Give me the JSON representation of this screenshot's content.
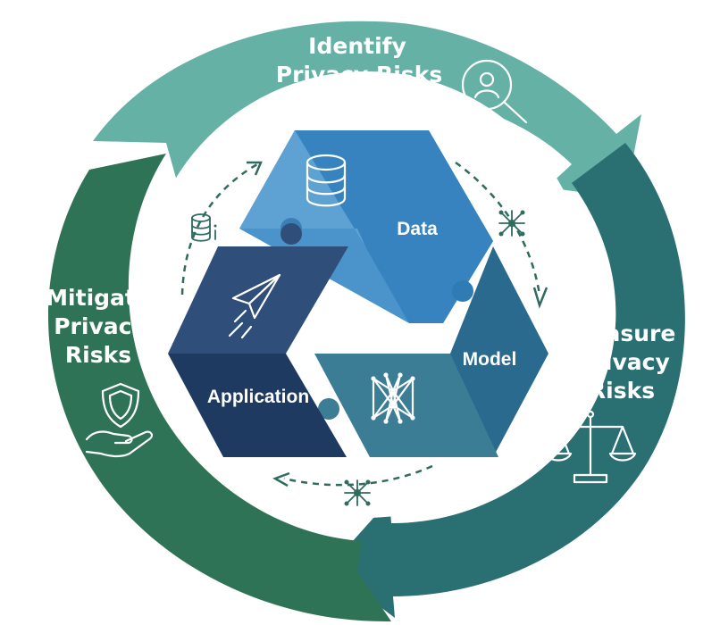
{
  "cycle": {
    "identify": {
      "line1": "Identify",
      "line2": "Privacy Risks",
      "icon": "magnifier-person-icon",
      "color": "#66b1a6"
    },
    "measure": {
      "line1": "Measure",
      "line2": "Privacy",
      "line3": "Risks",
      "icon": "balance-scale-icon",
      "color": "#2a6f72"
    },
    "mitigate": {
      "line1": "Mitigate",
      "line2": "Privacy",
      "line3": "Risks",
      "icon": "shield-hand-icon",
      "color": "#2f7356"
    }
  },
  "center": {
    "data": {
      "label": "Data",
      "icon": "database-icon",
      "color": "#3c88c4"
    },
    "model": {
      "label": "Model",
      "icon": "neural-network-icon",
      "color": "#2a6a8f"
    },
    "application": {
      "label": "Application",
      "icon": "paper-plane-icon",
      "color": "#223f66"
    }
  },
  "inner_loop_icons": [
    "database-info-icon",
    "network-node-icon",
    "network-node-icon"
  ]
}
